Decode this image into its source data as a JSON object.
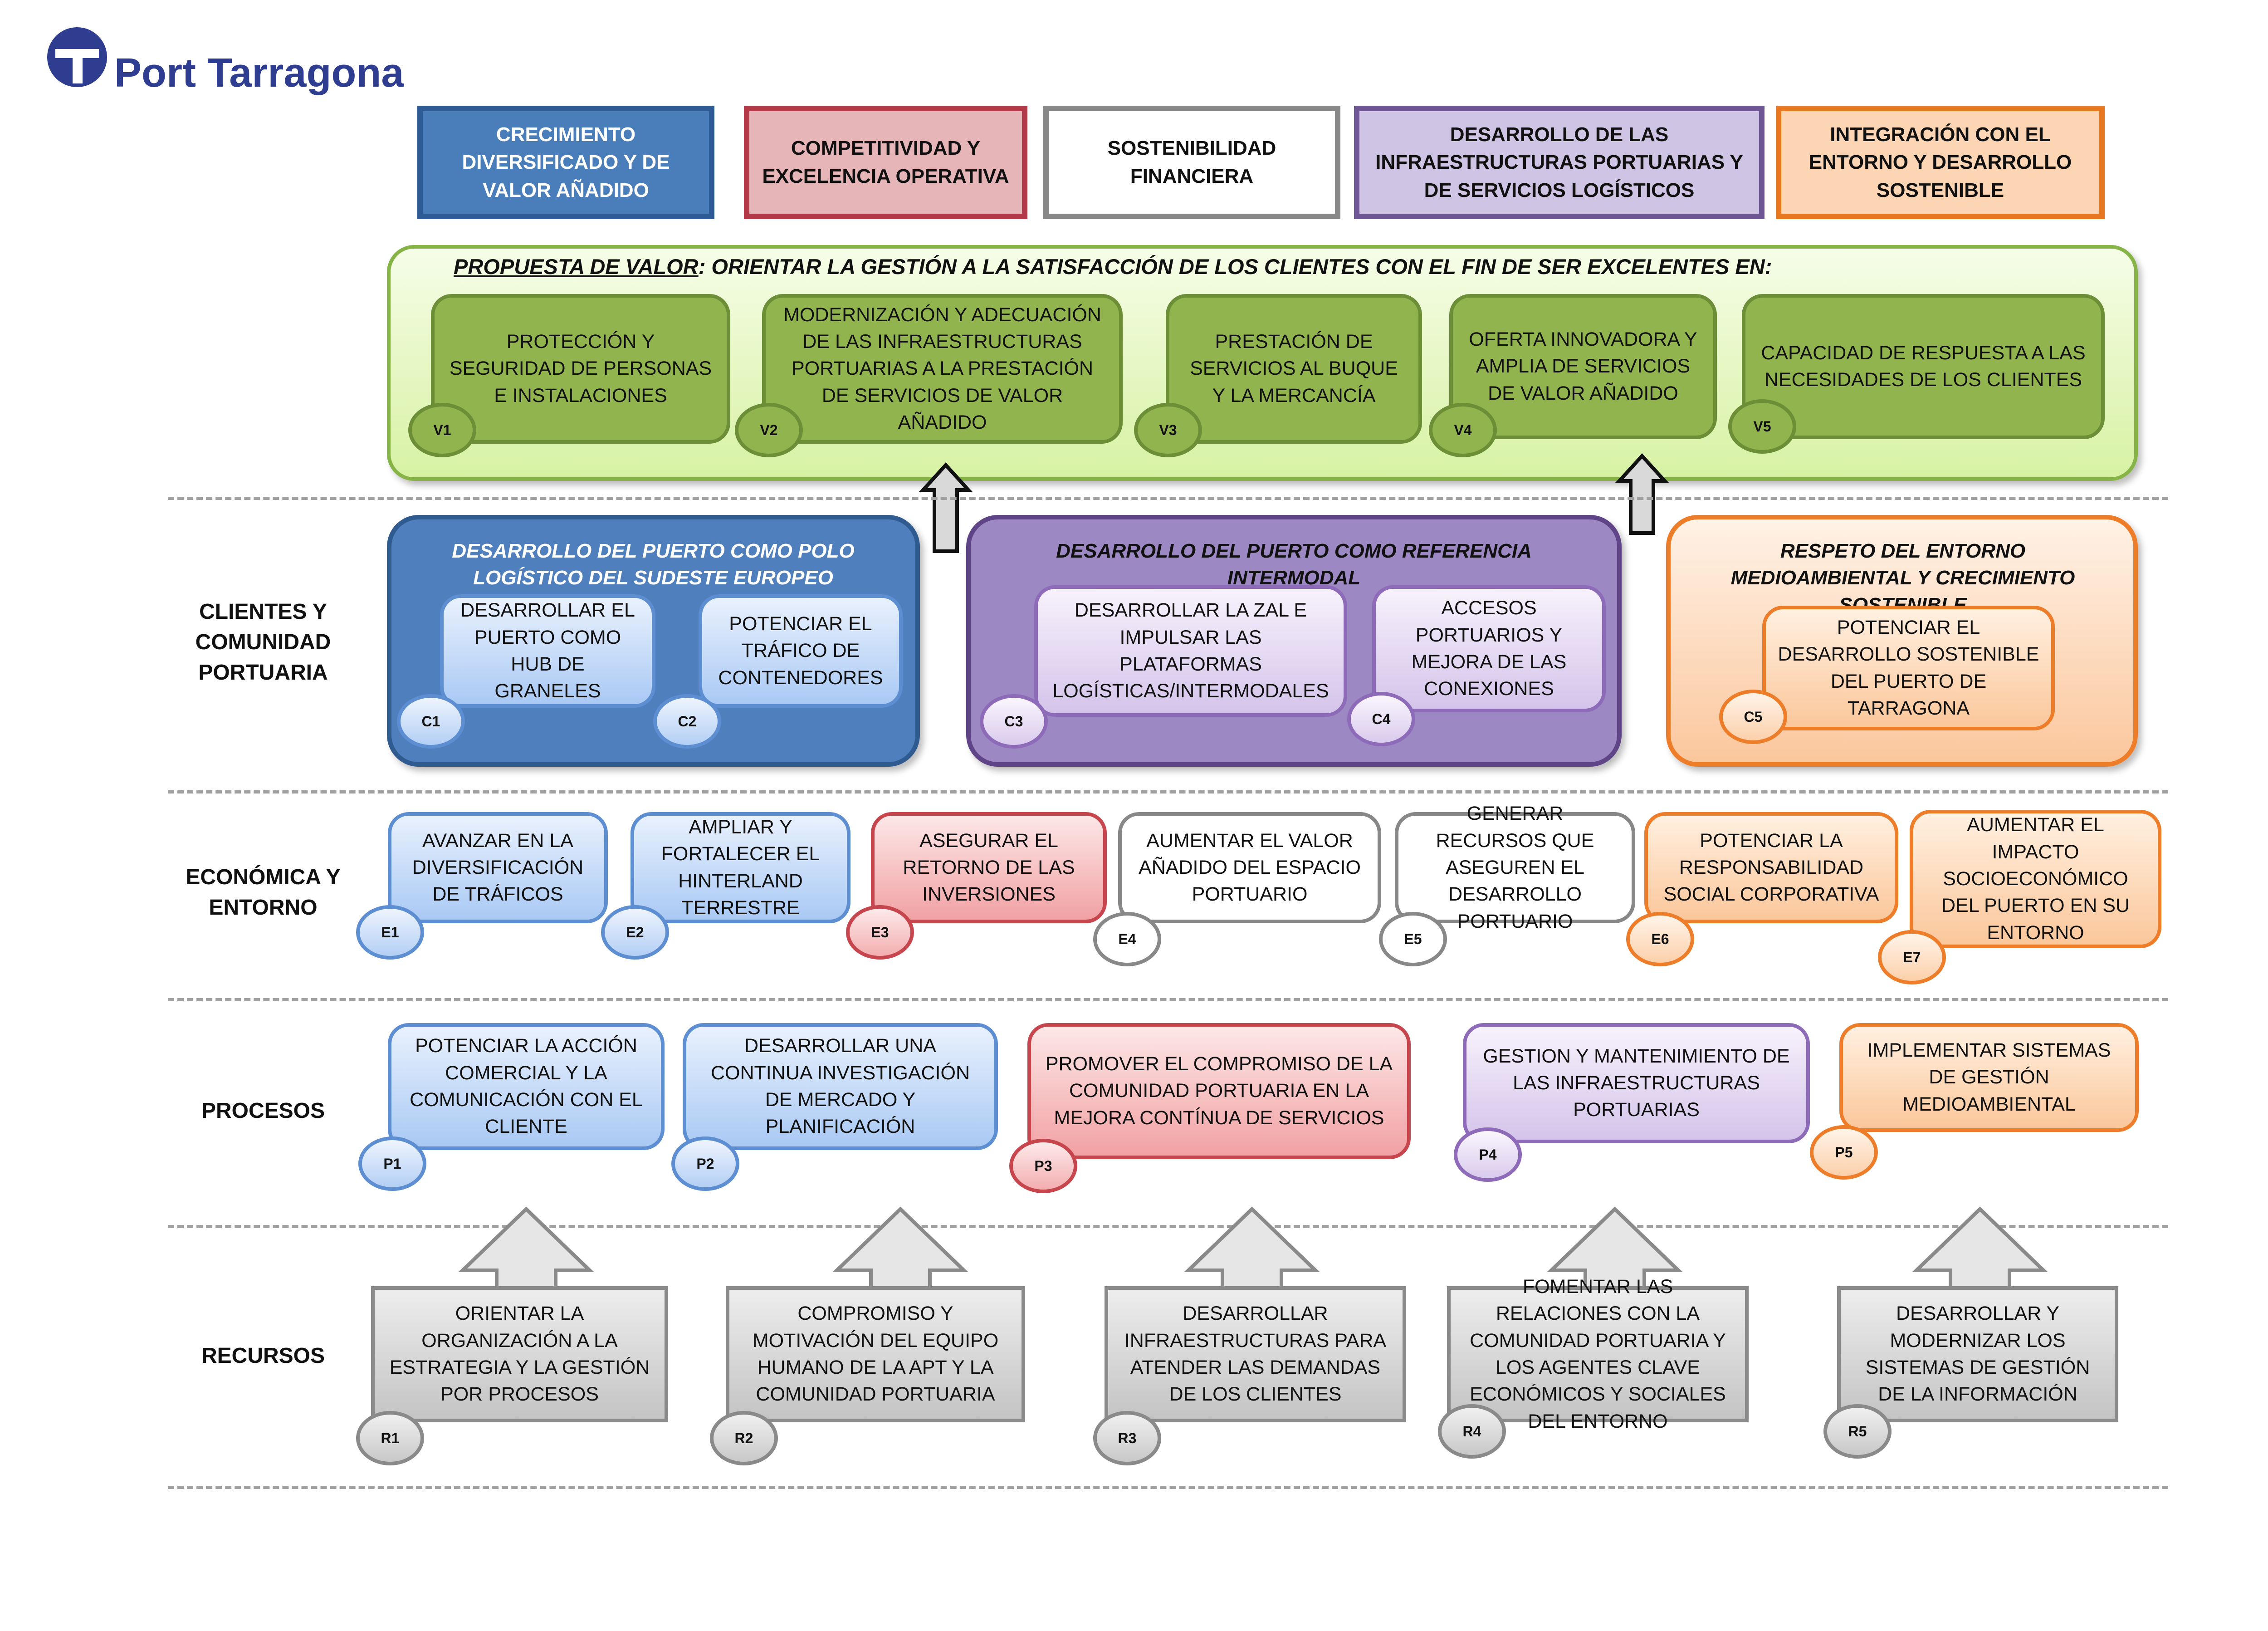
{
  "logo": {
    "text": "Port Tarragona",
    "color": "#2e3d8f"
  },
  "perspectives": [
    {
      "label": "CRECIMIENTO DIVERSIFICADO Y DE VALOR AÑADIDO",
      "color": "#4a7ebb"
    },
    {
      "label": "COMPETITIVIDAD Y EXCELENCIA OPERATIVA",
      "color": "#e6b5b8"
    },
    {
      "label": "SOSTENIBILIDAD FINANCIERA",
      "color": "#ffffff"
    },
    {
      "label": "DESARROLLO DE LAS INFRAESTRUCTURAS PORTUARIAS Y DE SERVICIOS LOGÍSTICOS",
      "color": "#d0c4e4"
    },
    {
      "label": "INTEGRACIÓN CON EL ENTORNO Y DESARROLLO SOSTENIBLE",
      "color": "#fcd5b4"
    }
  ],
  "value_proposition": {
    "title_label": "PROPUESTA DE VALOR",
    "title_text": ":  ORIENTAR LA GESTIÓN A LA SATISFACCIÓN DE LOS CLIENTES CON EL FIN DE SER EXCELENTES EN:",
    "items": [
      {
        "code": "V1",
        "text": "PROTECCIÓN Y SEGURIDAD DE PERSONAS E INSTALACIONES"
      },
      {
        "code": "V2",
        "text": "MODERNIZACIÓN Y ADECUACIÓN DE LAS INFRAESTRUCTURAS PORTUARIAS A LA PRESTACIÓN DE SERVICIOS DE VALOR AÑADIDO"
      },
      {
        "code": "V3",
        "text": "PRESTACIÓN DE SERVICIOS AL BUQUE Y LA MERCANCÍA"
      },
      {
        "code": "V4",
        "text": "OFERTA INNOVADORA Y AMPLIA DE SERVICIOS DE VALOR AÑADIDO"
      },
      {
        "code": "V5",
        "text": "CAPACIDAD DE RESPUESTA A LAS NECESIDADES DE LOS CLIENTES"
      }
    ]
  },
  "rows": {
    "clientes": "CLIENTES Y COMUNIDAD PORTUARIA",
    "economica": "ECONÓMICA Y ENTORNO",
    "procesos": "PROCESOS",
    "recursos": "RECURSOS"
  },
  "client_groups": [
    {
      "title": "DESARROLLO DEL PUERTO COMO POLO LOGÍSTICO DEL SUDESTE EUROPEO"
    },
    {
      "title": "DESARROLLO DEL PUERTO COMO REFERENCIA INTERMODAL"
    },
    {
      "title": "RESPETO DEL ENTORNO MEDIOAMBIENTAL Y CRECIMIENTO SOSTENIBLE"
    }
  ],
  "clients": [
    {
      "code": "C1",
      "text": "DESARROLLAR EL PUERTO COMO HUB DE GRANELES"
    },
    {
      "code": "C2",
      "text": "POTENCIAR EL TRÁFICO DE CONTENEDORES"
    },
    {
      "code": "C3",
      "text": "DESARROLLAR LA ZAL E IMPULSAR LAS PLATAFORMAS LOGÍSTICAS/INTERMODALES"
    },
    {
      "code": "C4",
      "text": "ACCESOS PORTUARIOS Y MEJORA DE LAS CONEXIONES"
    },
    {
      "code": "C5",
      "text": "POTENCIAR EL DESARROLLO SOSTENIBLE DEL PUERTO DE TARRAGONA"
    }
  ],
  "economic": [
    {
      "code": "E1",
      "text": "AVANZAR EN LA DIVERSIFICACIÓN DE TRÁFICOS"
    },
    {
      "code": "E2",
      "text": "AMPLIAR Y FORTALECER EL HINTERLAND TERRESTRE"
    },
    {
      "code": "E3",
      "text": "ASEGURAR EL RETORNO DE LAS INVERSIONES"
    },
    {
      "code": "E4",
      "text": "AUMENTAR EL VALOR AÑADIDO DEL ESPACIO PORTUARIO"
    },
    {
      "code": "E5",
      "text": "GENERAR RECURSOS QUE ASEGUREN EL DESARROLLO PORTUARIO"
    },
    {
      "code": "E6",
      "text": "POTENCIAR LA RESPONSABILIDAD SOCIAL CORPORATIVA"
    },
    {
      "code": "E7",
      "text": "AUMENTAR EL IMPACTO SOCIOECONÓMICO DEL PUERTO EN SU ENTORNO"
    }
  ],
  "processes": [
    {
      "code": "P1",
      "text": "POTENCIAR LA ACCIÓN COMERCIAL Y LA COMUNICACIÓN CON EL CLIENTE"
    },
    {
      "code": "P2",
      "text": "DESARROLLAR UNA CONTINUA INVESTIGACIÓN DE  MERCADO Y PLANIFICACIÓN"
    },
    {
      "code": "P3",
      "text": "PROMOVER  EL COMPROMISO DE LA COMUNIDAD PORTUARIA EN LA MEJORA CONTÍNUA DE SERVICIOS"
    },
    {
      "code": "P4",
      "text": "GESTION Y MANTENIMIENTO DE LAS INFRAESTRUCTURAS PORTUARIAS"
    },
    {
      "code": "P5",
      "text": "IMPLEMENTAR  SISTEMAS DE GESTIÓN MEDIOAMBIENTAL"
    }
  ],
  "resources": [
    {
      "code": "R1",
      "text": "ORIENTAR LA ORGANIZACIÓN A LA ESTRATEGIA Y LA GESTIÓN POR PROCESOS"
    },
    {
      "code": "R2",
      "text": "COMPROMISO Y MOTIVACIÓN DEL EQUIPO HUMANO DE LA APT Y LA COMUNIDAD PORTUARIA"
    },
    {
      "code": "R3",
      "text": "DESARROLLAR INFRAESTRUCTURAS PARA ATENDER LAS DEMANDAS DE LOS CLIENTES"
    },
    {
      "code": "R4",
      "text": "FOMENTAR LAS RELACIONES CON LA COMUNIDAD PORTUARIA Y LOS AGENTES CLAVE ECONÓMICOS Y  SOCIALES DEL ENTORNO"
    },
    {
      "code": "R5",
      "text": "DESARROLLAR Y MODERNIZAR LOS SISTEMAS DE GESTIÓN DE LA INFORMACIÓN"
    }
  ]
}
